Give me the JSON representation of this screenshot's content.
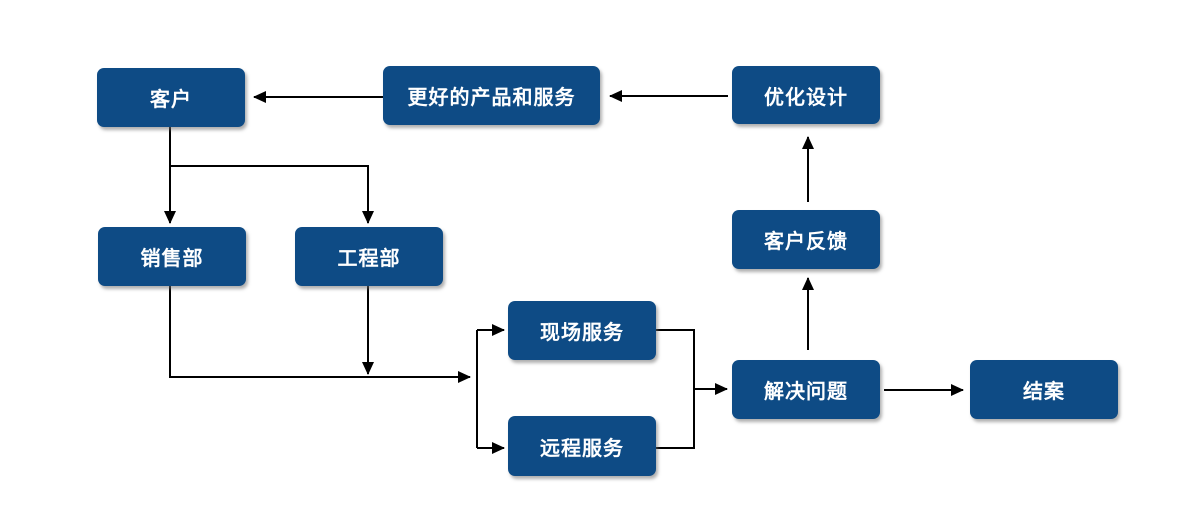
{
  "diagram": {
    "title": "customer-service-flowchart",
    "colors": {
      "node_fill": "#0e4b85",
      "node_text": "#ffffff",
      "connector": "#000000",
      "background": "#ffffff"
    },
    "nodes": {
      "customer": {
        "label": "客户"
      },
      "better_products": {
        "label": "更好的产品和服务"
      },
      "optimized_design": {
        "label": "优化设计"
      },
      "sales_dept": {
        "label": "销售部"
      },
      "engineering_dept": {
        "label": "工程部"
      },
      "customer_feedback": {
        "label": "客户反馈"
      },
      "onsite_service": {
        "label": "现场服务"
      },
      "remote_service": {
        "label": "远程服务"
      },
      "solve_problem": {
        "label": "解决问题"
      },
      "case_closed": {
        "label": "结案"
      }
    },
    "edges": [
      {
        "from": "better_products",
        "to": "customer"
      },
      {
        "from": "optimized_design",
        "to": "better_products"
      },
      {
        "from": "customer",
        "to": "sales_dept"
      },
      {
        "from": "customer",
        "to": "engineering_dept"
      },
      {
        "from": "customer_feedback",
        "to": "optimized_design"
      },
      {
        "from": "solve_problem",
        "to": "customer_feedback"
      },
      {
        "from": "sales_dept",
        "to": "service_split"
      },
      {
        "from": "engineering_dept",
        "to": "service_split"
      },
      {
        "from": "service_split",
        "to": "onsite_service"
      },
      {
        "from": "service_split",
        "to": "remote_service"
      },
      {
        "from": "onsite_service",
        "to": "solve_problem"
      },
      {
        "from": "remote_service",
        "to": "solve_problem"
      },
      {
        "from": "solve_problem",
        "to": "case_closed"
      }
    ]
  }
}
